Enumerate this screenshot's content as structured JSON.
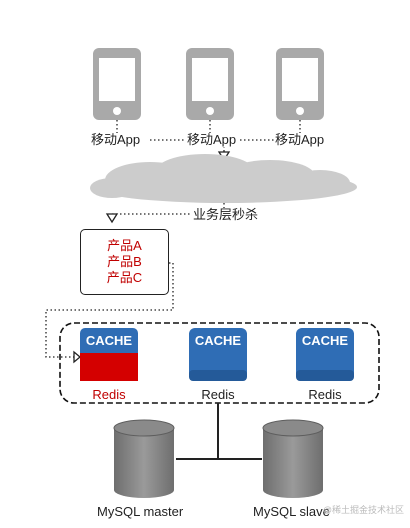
{
  "phones": [
    {
      "label": "移动App"
    },
    {
      "label": "移动App"
    },
    {
      "label": "移动App"
    }
  ],
  "cloud": {
    "label": "业务层秒杀"
  },
  "products": {
    "items": [
      "产品A",
      "产品B",
      "产品C"
    ],
    "color": "#c00000"
  },
  "caches": [
    {
      "badge": "CACHE",
      "label": "Redis",
      "active": true
    },
    {
      "badge": "CACHE",
      "label": "Redis",
      "active": false
    },
    {
      "badge": "CACHE",
      "label": "Redis",
      "active": false
    }
  ],
  "databases": [
    {
      "label": "MySQL master"
    },
    {
      "label": "MySQL slave"
    }
  ],
  "watermark": "@稀土掘金技术社区",
  "colors": {
    "cache_blue": "#2f6db5",
    "cache_active_red": "#d40000",
    "phone_gray": "#a0a0a0",
    "cloud_gray": "#c9c9c9",
    "db_gray": "#7a7a7a"
  }
}
